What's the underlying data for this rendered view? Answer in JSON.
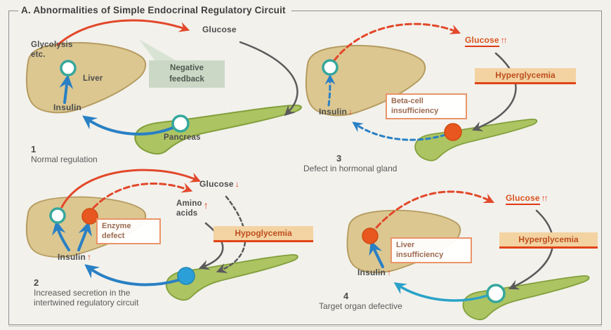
{
  "title": "A. Abnormalities of Simple Endocrinal Regulatory Circuit",
  "colors": {
    "arrow_orange": "#e2482a",
    "arrow_blue": "#2980c4",
    "arrow_teal": "#2aa2c8",
    "arrow_gray": "#5a5a5a",
    "highlight_box_bg": "#f3d3a2",
    "highlight_box_underline": "#e04418",
    "defect_box_border": "#ea9468",
    "feedback_box_bg": "#ccd8c6",
    "liver_fill": "#dcc791",
    "pancreas_fill": "#adc463",
    "glucose_orange_text": "#d9531e"
  },
  "panel1": {
    "number": "1",
    "caption": "Normal regulation",
    "glycolysis_line1": "Glycolysis",
    "glycolysis_line2": "etc.",
    "liver": "Liver",
    "insulin": "Insulin",
    "glucose": "Glucose",
    "pancreas": "Pancreas",
    "feedback_line1": "Negative",
    "feedback_line2": "feedback"
  },
  "panel2": {
    "number": "2",
    "caption_line1": "Increased secretion in the",
    "caption_line2": "intertwined regulatory circuit",
    "glucose": "Glucose",
    "glucose_arrow": "↓",
    "amino_line1": "Amino",
    "amino_line2": "acids",
    "amino_arrow": "↑",
    "enzyme_line1": "Enzyme",
    "enzyme_line2": "defect",
    "hypoglycemia": "Hypoglycemia",
    "insulin": "Insulin",
    "insulin_arrow": "↑"
  },
  "panel3": {
    "number": "3",
    "caption": "Defect in hormonal gland",
    "glucose": "Glucose",
    "glucose_arrow": "↑↑",
    "hyperglycemia": "Hyperglycemia",
    "beta_line1": "Beta-cell",
    "beta_line2": "insufficiency",
    "insulin": "Insulin",
    "insulin_arrow": "↓"
  },
  "panel4": {
    "number": "4",
    "caption": "Target organ defective",
    "glucose": "Glucose",
    "glucose_arrow": "↑↑",
    "hyperglycemia": "Hyperglycemia",
    "liverbox_line1": "Liver",
    "liverbox_line2": "insufficiency",
    "insulin": "Insulin",
    "insulin_arrow": "↑"
  }
}
